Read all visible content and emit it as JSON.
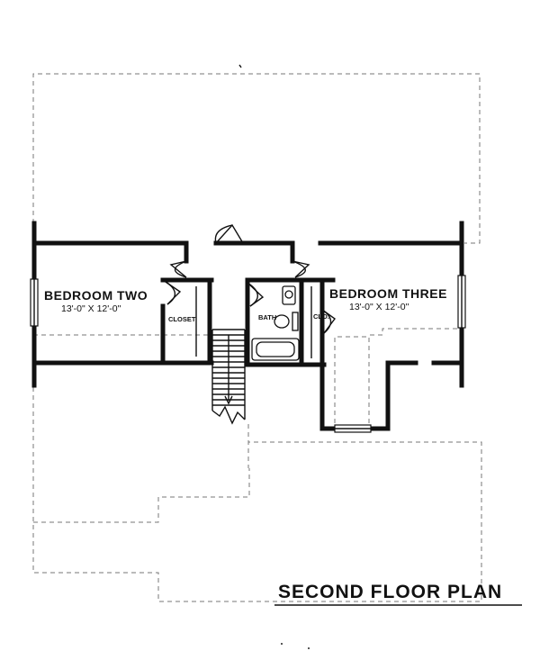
{
  "rooms": {
    "bedroom_two": {
      "name": "BEDROOM TWO",
      "dims": "13'-0\" X 12'-0\""
    },
    "bedroom_three": {
      "name": "BEDROOM THREE",
      "dims": "13'-0\" X 12'-0\""
    }
  },
  "labels": {
    "closet": "CLOSET",
    "bath": "BATH",
    "clo": "CLO."
  },
  "title": "SECOND FLOOR PLAN"
}
